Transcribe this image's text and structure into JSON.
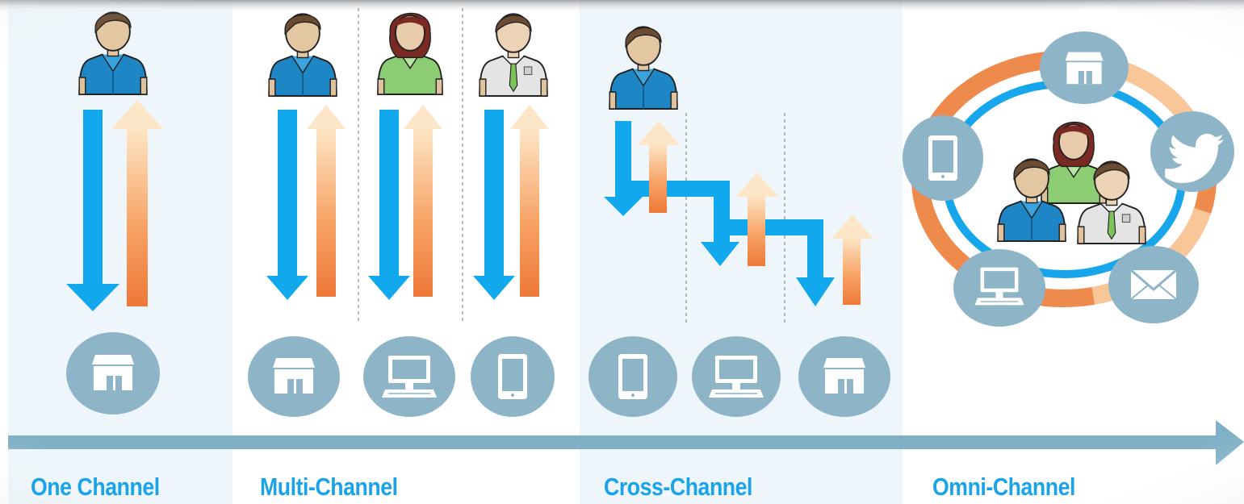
{
  "stages": [
    {
      "id": "one-channel",
      "label": "One Channel"
    },
    {
      "id": "multi-channel",
      "label": "Multi-Channel"
    },
    {
      "id": "cross-channel",
      "label": "Cross-Channel"
    },
    {
      "id": "omni-channel",
      "label": "Omni-Channel"
    }
  ],
  "colors": {
    "label": "#1aa3e8",
    "arrow_down": "#12a8ee",
    "arrow_up_top": "#fde6c7",
    "arrow_up_bottom": "#ef7d3c",
    "channel_icon_bg": "#8eb4c8",
    "timeline": "#7fb0c6",
    "panel_bg": "#eef6fb",
    "ring_orange": "#ee8a4c",
    "ring_blue": "#17a6ec"
  },
  "icons": {
    "one_channel": [
      "store-icon"
    ],
    "multi_channel": [
      "store-icon",
      "computer-icon",
      "tablet-icon"
    ],
    "cross_channel": [
      "tablet-icon",
      "computer-icon",
      "store-icon"
    ],
    "omni_channel": [
      "store-icon",
      "twitter-icon",
      "email-icon",
      "computer-icon",
      "tablet-icon"
    ]
  }
}
